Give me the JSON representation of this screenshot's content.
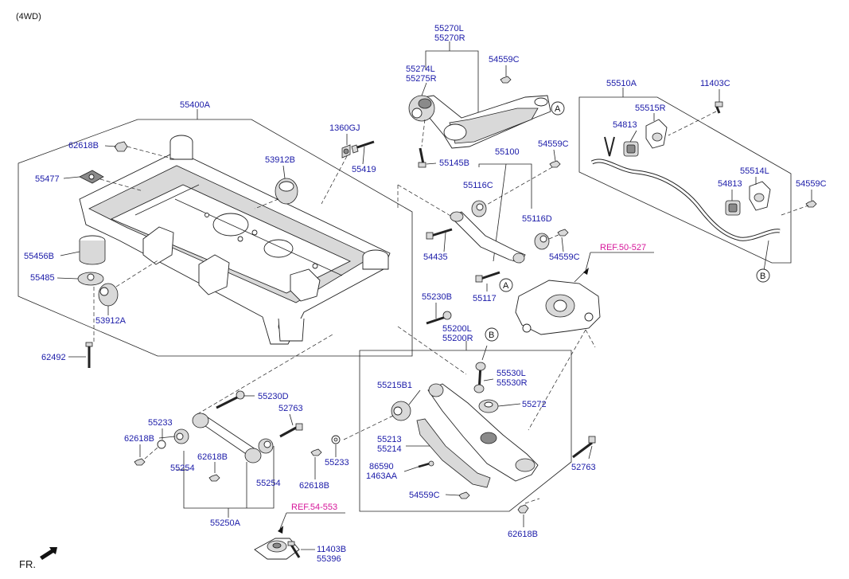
{
  "header": {
    "variant": "(4WD)"
  },
  "footer": {
    "direction": "FR."
  },
  "refs": {
    "ref_50": "REF.50-527",
    "ref_54": "REF.54-553"
  },
  "callouts": {
    "a1": "A",
    "a2": "A",
    "b1": "B",
    "b2": "B"
  },
  "labels": {
    "p55400A": "55400A",
    "p62618B_a": "62618B",
    "p55477": "55477",
    "p55456B": "55456B",
    "p55485": "55485",
    "p53912A": "53912A",
    "p53912B": "53912B",
    "p1360GJ": "1360GJ",
    "p55419": "55419",
    "p62492": "62492",
    "p55270L": "55270L",
    "p55270R": "55270R",
    "p55274L": "55274L",
    "p55275R": "55275R",
    "p54559C_a": "54559C",
    "p55145B": "55145B",
    "p55100": "55100",
    "p54559C_b": "54559C",
    "p55116C": "55116C",
    "p55116D": "55116D",
    "p54435": "54435",
    "p54559C_c": "54559C",
    "p55117": "55117",
    "p55510A": "55510A",
    "p11403C": "11403C",
    "p55515R": "55515R",
    "p54813_a": "54813",
    "p55514L": "55514L",
    "p54813_b": "54813",
    "p54559C_d": "54559C",
    "p55230B": "55230B",
    "p55200L": "55200L",
    "p55200R": "55200R",
    "p55215B1": "55215B1",
    "p55530L": "55530L",
    "p55530R": "55530R",
    "p55272": "55272",
    "p55213": "55213",
    "p55214": "55214",
    "p86590": "86590",
    "p1463AA": "1463AA",
    "p54559C_e": "54559C",
    "p52763_b": "52763",
    "p62618B_d": "62618B",
    "p55230D": "55230D",
    "p52763_a": "52763",
    "p55233_a": "55233",
    "p62618B_b": "62618B",
    "p62618B_c": "62618B",
    "p55254_a": "55254",
    "p55254_b": "55254",
    "p55233_b": "55233",
    "p62618B_e": "62618B",
    "p55250A": "55250A",
    "p11403B": "11403B",
    "p55396": "55396"
  }
}
